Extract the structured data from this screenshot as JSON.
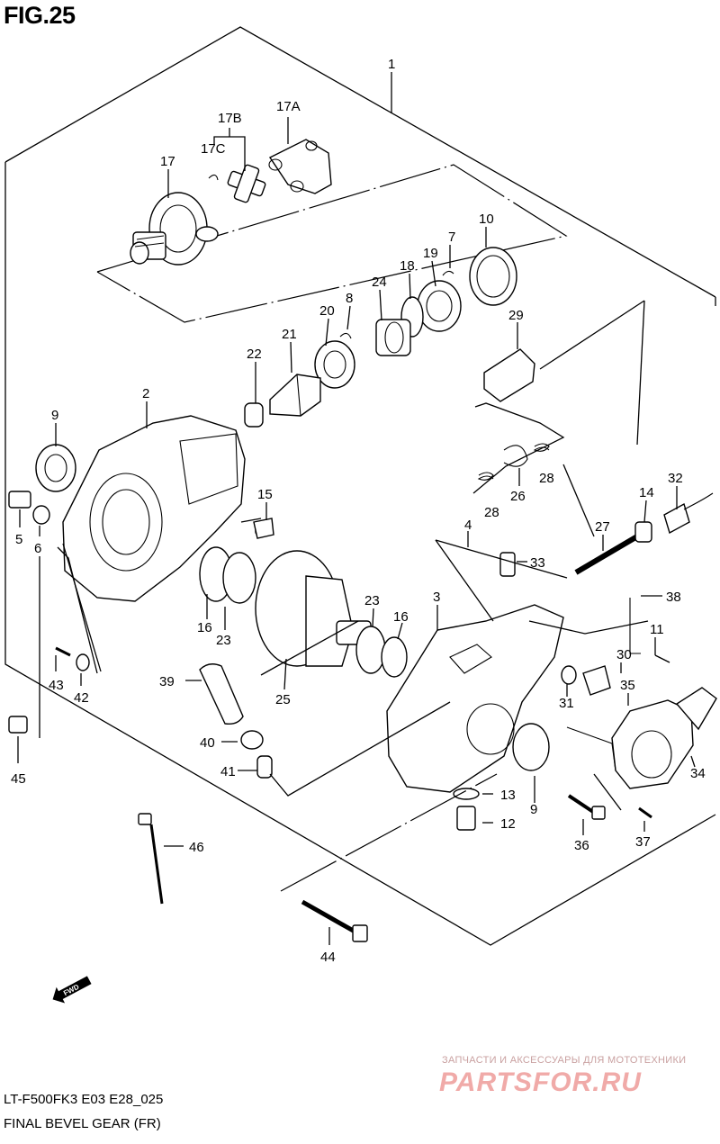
{
  "figure": {
    "title": "FIG.25",
    "model_code": "LT-F500FK3 E03 E28_025",
    "section_name": "FINAL BEVEL GEAR (FR)"
  },
  "callouts": {
    "c1": "1",
    "c2": "2",
    "c3": "3",
    "c4": "4",
    "c5": "5",
    "c6": "6",
    "c7": "7",
    "c8": "8",
    "c9a": "9",
    "c9b": "9",
    "c10": "10",
    "c11": "11",
    "c12": "12",
    "c13": "13",
    "c14": "14",
    "c15": "15",
    "c16a": "16",
    "c16b": "16",
    "c17": "17",
    "c17a": "17A",
    "c17b": "17B",
    "c17c": "17C",
    "c18": "18",
    "c19": "19",
    "c20": "20",
    "c21": "21",
    "c22": "22",
    "c23a": "23",
    "c23b": "23",
    "c24": "24",
    "c25": "25",
    "c26": "26",
    "c27": "27",
    "c28a": "28",
    "c28b": "28",
    "c29": "29",
    "c30": "30",
    "c31": "31",
    "c32": "32",
    "c33": "33",
    "c34": "34",
    "c35": "35",
    "c36": "36",
    "c37": "37",
    "c38": "38",
    "c39": "39",
    "c40": "40",
    "c41": "41",
    "c42": "42",
    "c43": "43",
    "c44": "44",
    "c45": "45",
    "c46": "46"
  },
  "fwd_badge": "FWD",
  "watermark": {
    "tagline": "ЗАПЧАСТИ И АКСЕССУАРЫ ДЛЯ МОТОТЕХНИКИ",
    "logo": "PARTSFOR.RU"
  }
}
